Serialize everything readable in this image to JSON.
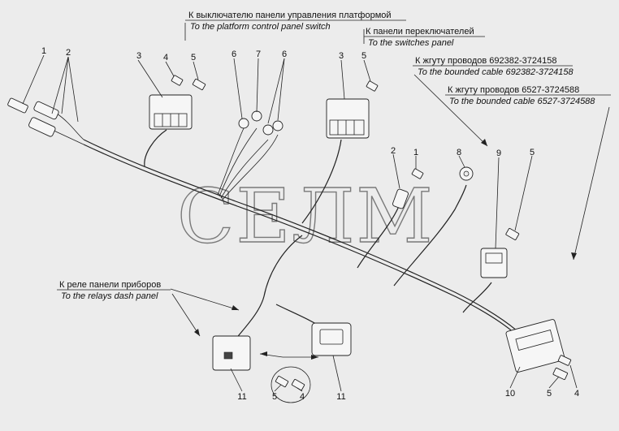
{
  "watermark": "СЕЛМ",
  "callouts": {
    "platform_switch_ru": "К выключателю панели управления платформой",
    "platform_switch_en": "To the platform control panel switch",
    "switches_panel_ru": "К панели переключателей",
    "switches_panel_en": "To the switches panel",
    "cable_692382_ru": "К жгуту проводов 692382-3724158",
    "cable_692382_en": "To the bounded cable 692382-3724158",
    "cable_6527_ru": "К жгуту проводов 6527-3724588",
    "cable_6527_en": "To the bounded cable 6527-3724588",
    "relays_ru": "К реле панели приборов",
    "relays_en": "To the relays dash panel"
  },
  "part_numbers": {
    "p1_left": "1",
    "p2_left": "2",
    "p3_left": "3",
    "p4_top": "4",
    "p5_top": "5",
    "p6_a": "6",
    "p7": "7",
    "p6_b": "6",
    "p3_right": "3",
    "p5_mid": "5",
    "p2_mid": "2",
    "p1_mid": "1",
    "p8": "8",
    "p9": "9",
    "p5_right": "5",
    "p11_left": "11",
    "p5_bottom": "5",
    "p4_bottom": "4",
    "p11_right": "11",
    "p10": "10",
    "p5_br": "5",
    "p4_br": "4"
  }
}
